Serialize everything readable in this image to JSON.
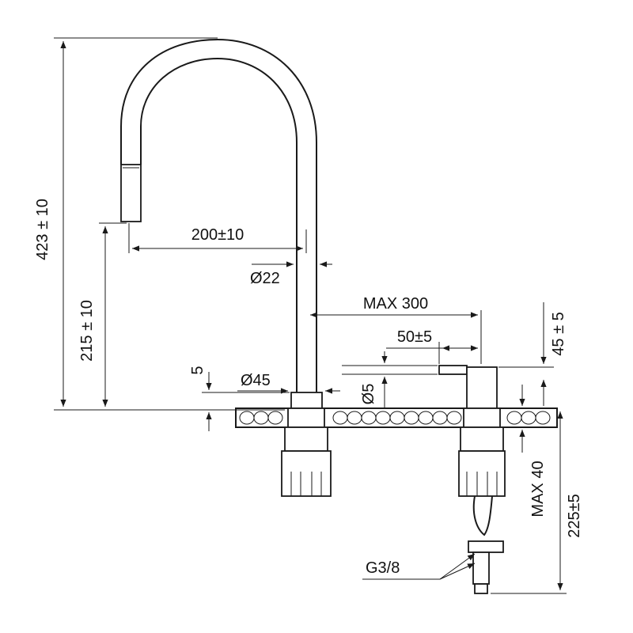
{
  "dimensions": {
    "total_height": "423 ± 10",
    "spout_outlet_height": "215 ± 10",
    "spout_reach": "200±10",
    "spout_diameter": "Ø22",
    "max_distance": "MAX 300",
    "lever_length": "50±5",
    "dispenser_height": "45 ± 5",
    "base_diameter": "Ø45",
    "base_height": "5",
    "lever_diameter": "Ø5",
    "max_counter_thickness": "MAX 40",
    "under_counter_length": "225±5",
    "connection_thread": "G3/8"
  }
}
